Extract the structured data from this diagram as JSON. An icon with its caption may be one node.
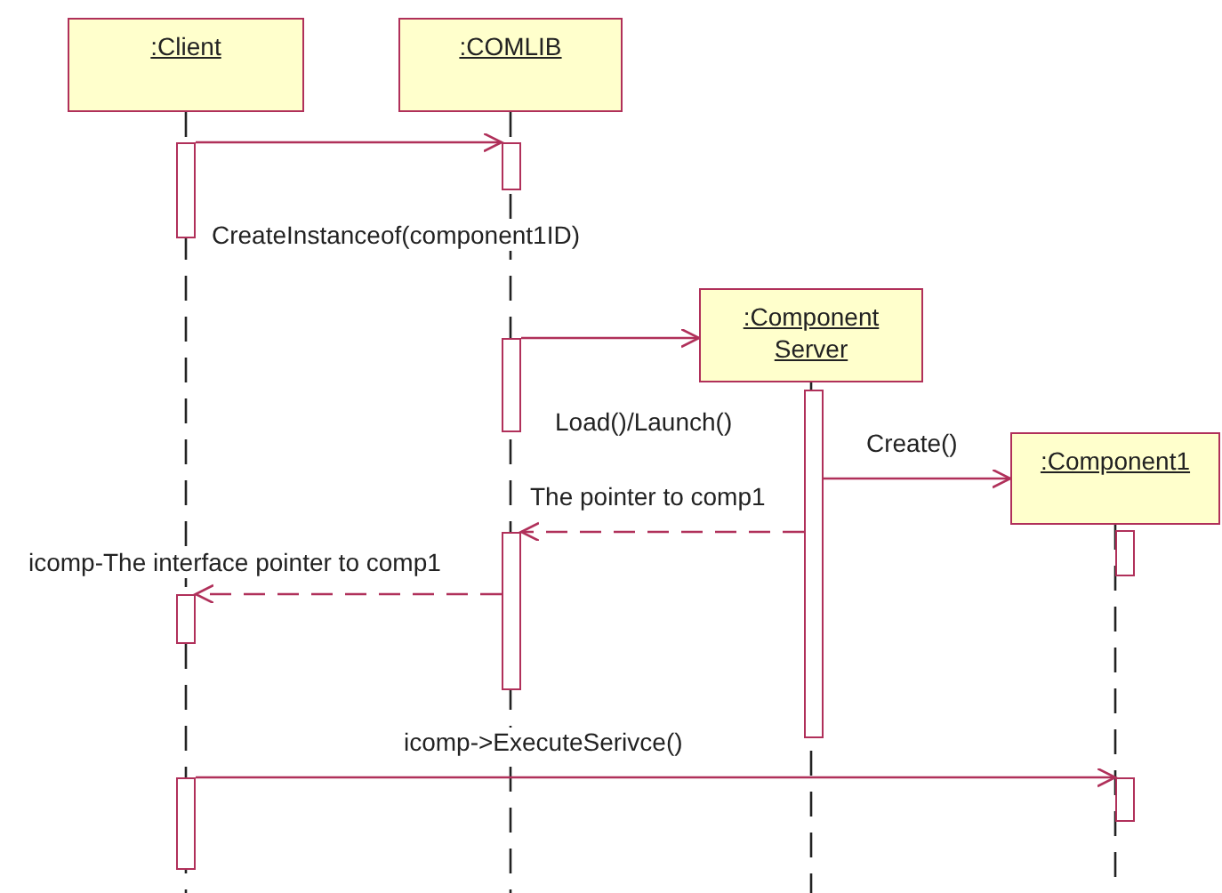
{
  "diagram": {
    "nodes": [
      {
        "text": [
          ":Client"
        ]
      },
      {
        "text": [
          ":COMLIB"
        ]
      },
      {
        "text": [
          ":Component Server"
        ]
      },
      {
        "text": [
          ":Component1"
        ]
      },
      {
        "text": [],
        "shape": "bar"
      },
      {
        "text": [],
        "shape": "bar"
      },
      {
        "text": [],
        "shape": "bar"
      },
      {
        "text": [],
        "shape": "bar"
      },
      {
        "text": [],
        "shape": "bar"
      },
      {
        "text": [],
        "shape": "bar"
      },
      {
        "text": [],
        "shape": "bar"
      },
      {
        "text": [],
        "shape": "bar"
      },
      {
        "text": [],
        "shape": "bar"
      }
    ],
    "edges": [
      {
        "from": 4,
        "to": 5,
        "arrow": "to",
        "label": "CreateInstanceof(component1ID)"
      },
      {
        "from": 6,
        "to": 2,
        "arrow": "to",
        "label": "Load()/Launch()"
      },
      {
        "from": 7,
        "to": 3,
        "arrow": "to",
        "label": "Create()"
      },
      {
        "from": 7,
        "to": 8,
        "arrow": "to",
        "label": "The pointer to comp1",
        "style": "dashed"
      },
      {
        "from": 8,
        "to": 10,
        "arrow": "to",
        "label": "icomp-The interface pointer to comp1",
        "style": "dashed"
      },
      {
        "from": 11,
        "to": 12,
        "arrow": "to",
        "label": "icomp->ExecuteSerivce()"
      }
    ]
  }
}
